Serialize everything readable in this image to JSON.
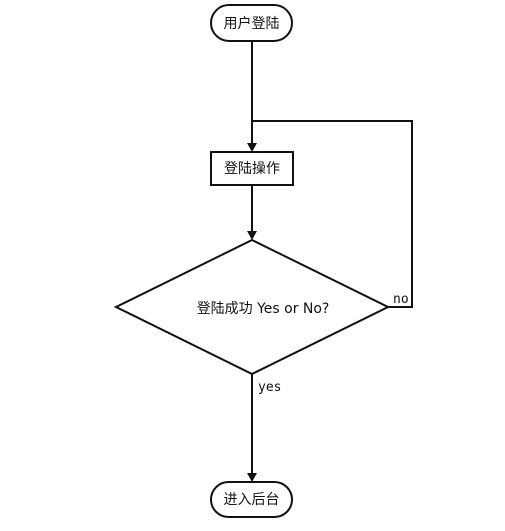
{
  "nodes": {
    "start": {
      "label": "用户登陆"
    },
    "login": {
      "label": "登陆操作"
    },
    "decision": {
      "label": "登陆成功 Yes or No?"
    },
    "end": {
      "label": "进入后台"
    }
  },
  "edges": {
    "no_label": "no",
    "yes_label": "yes"
  }
}
